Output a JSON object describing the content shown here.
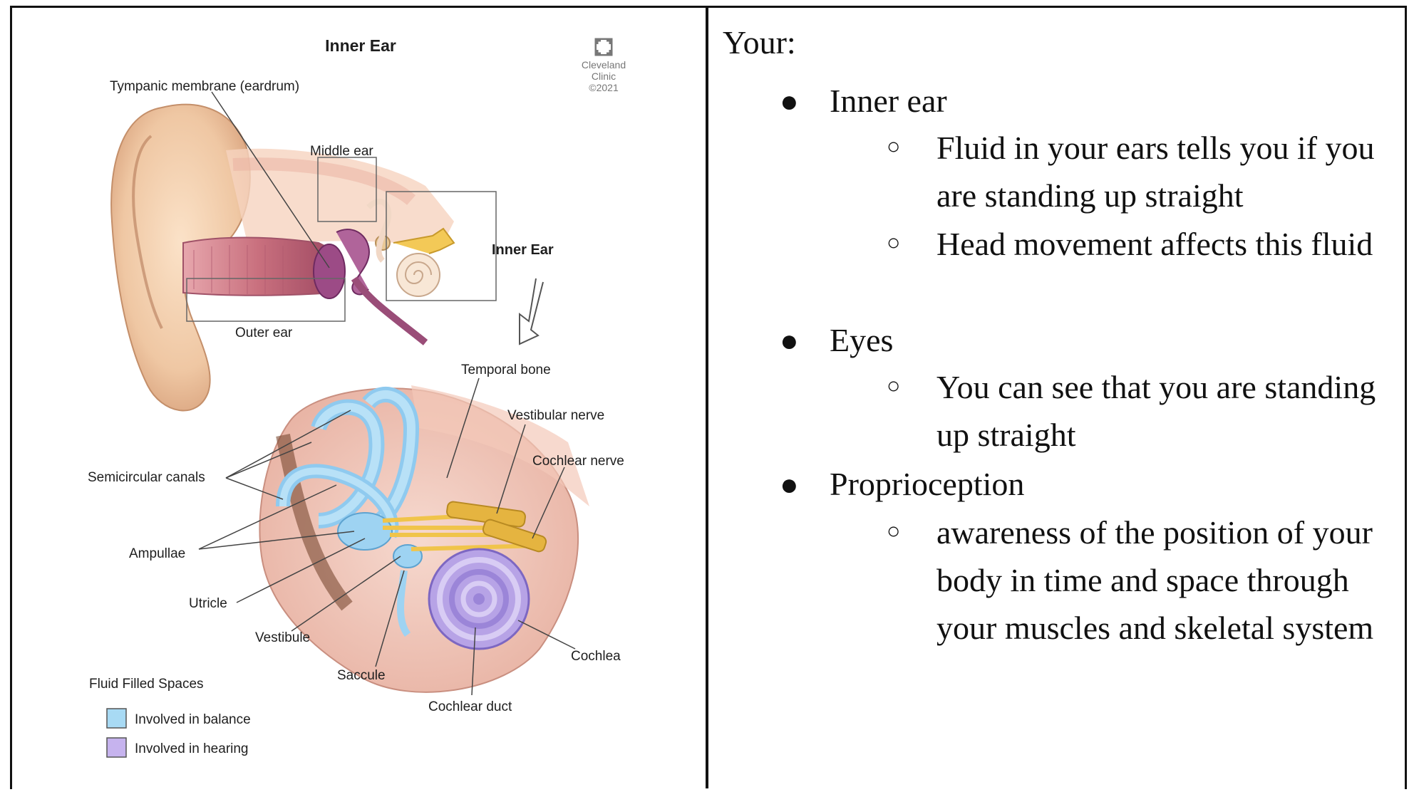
{
  "figure": {
    "title": "Inner Ear",
    "credit": [
      "Cleveland",
      "Clinic",
      "©2021"
    ],
    "labels": {
      "tympanic": "Tympanic membrane (eardrum)",
      "middle": "Middle ear",
      "inner": "Inner Ear",
      "outer": "Outer ear",
      "temporal": "Temporal bone",
      "vestibular": "Vestibular nerve",
      "cochlear_nerve": "Cochlear nerve",
      "semicircular": "Semicircular canals",
      "ampullae": "Ampullae",
      "utricle": "Utricle",
      "vestibule": "Vestibule",
      "saccule": "Saccule",
      "cochlea": "Cochlea",
      "cochlear_duct": "Cochlear duct"
    },
    "legend": {
      "title": "Fluid Filled Spaces",
      "items": [
        {
          "label": "Involved in balance",
          "color": "#a8daf4"
        },
        {
          "label": "Involved in hearing",
          "color": "#c6b3ee"
        }
      ]
    }
  },
  "notes": {
    "heading": "Your:",
    "bullet_glyph": "●",
    "sub_bullet_glyph": "○",
    "items": [
      {
        "label": "Inner ear",
        "sub": [
          "Fluid in your ears tells you if you are standing up straight",
          "Head movement affects this fluid"
        ]
      },
      {
        "label": "Eyes",
        "sub": [
          "You can see that you are standing up straight"
        ]
      },
      {
        "label": "Proprioception",
        "sub": [
          "awareness of the position of your body in time and space through your muscles and skeletal system"
        ]
      }
    ]
  }
}
